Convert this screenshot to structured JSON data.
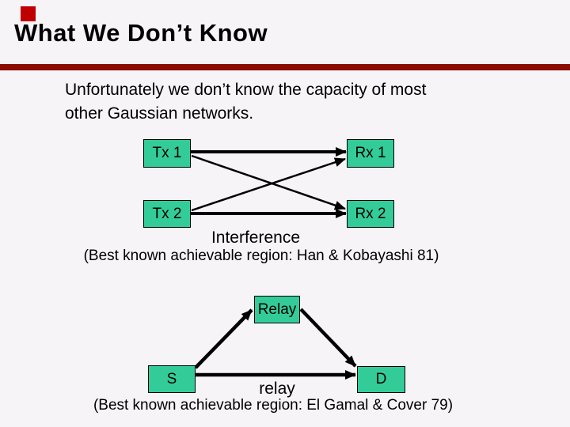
{
  "slide": {
    "title": "What We Don’t Know",
    "colors": {
      "background": "#F6F4F6",
      "accent_bar": "#8B0D03",
      "corner_square": "#C00000",
      "node_fill": "#33CC99",
      "text": "#000000"
    }
  },
  "body": {
    "line1": "Unfortunately we don’t know the capacity of most",
    "line2": "other Gaussian networks."
  },
  "interference": {
    "label": "Interference",
    "caption": "(Best known achievable region: Han & Kobayashi 81)",
    "nodes": [
      {
        "id": "tx1",
        "label": "Tx 1"
      },
      {
        "id": "rx1",
        "label": "Rx 1"
      },
      {
        "id": "tx2",
        "label": "Tx 2"
      },
      {
        "id": "rx2",
        "label": "Rx 2"
      }
    ],
    "edges": [
      {
        "from": "tx1",
        "to": "rx1"
      },
      {
        "from": "tx1",
        "to": "rx2"
      },
      {
        "from": "tx2",
        "to": "rx1"
      },
      {
        "from": "tx2",
        "to": "rx2"
      }
    ]
  },
  "relay": {
    "label": "relay",
    "caption": "(Best known achievable region: El Gamal & Cover 79)",
    "nodes": [
      {
        "id": "relay",
        "label": "Relay"
      },
      {
        "id": "s",
        "label": "S"
      },
      {
        "id": "d",
        "label": "D"
      }
    ],
    "edges": [
      {
        "from": "s",
        "to": "relay"
      },
      {
        "from": "relay",
        "to": "d"
      },
      {
        "from": "s",
        "to": "d"
      }
    ]
  }
}
